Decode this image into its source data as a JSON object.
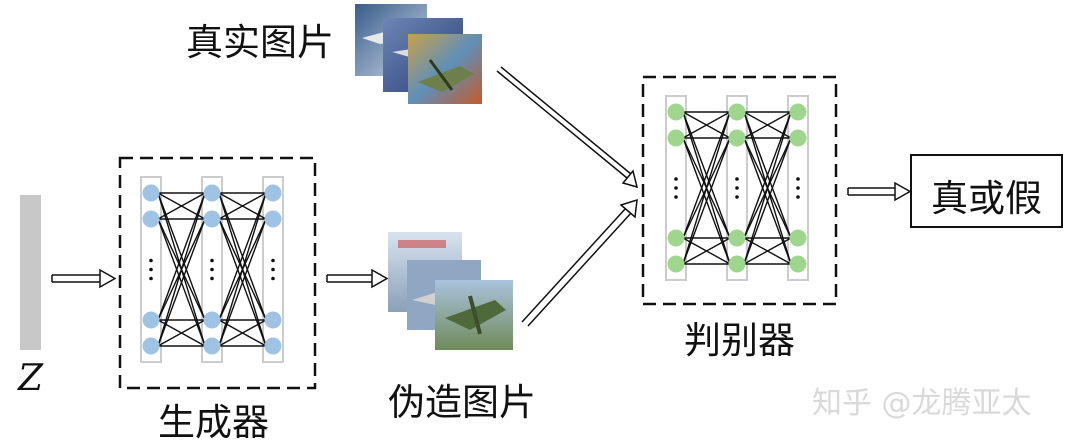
{
  "labels": {
    "real_images": "真实图片",
    "generator": "生成器",
    "fake_images": "伪造图片",
    "discriminator": "判别器",
    "output": "真或假",
    "noise": "Z",
    "watermark": "知乎 @龙腾亚太"
  },
  "colors": {
    "generator_node": "#9fc3e4",
    "discriminator_node": "#9fd68d",
    "layer_column": "#cccccc",
    "noise_bar": "#c8c8c8"
  }
}
